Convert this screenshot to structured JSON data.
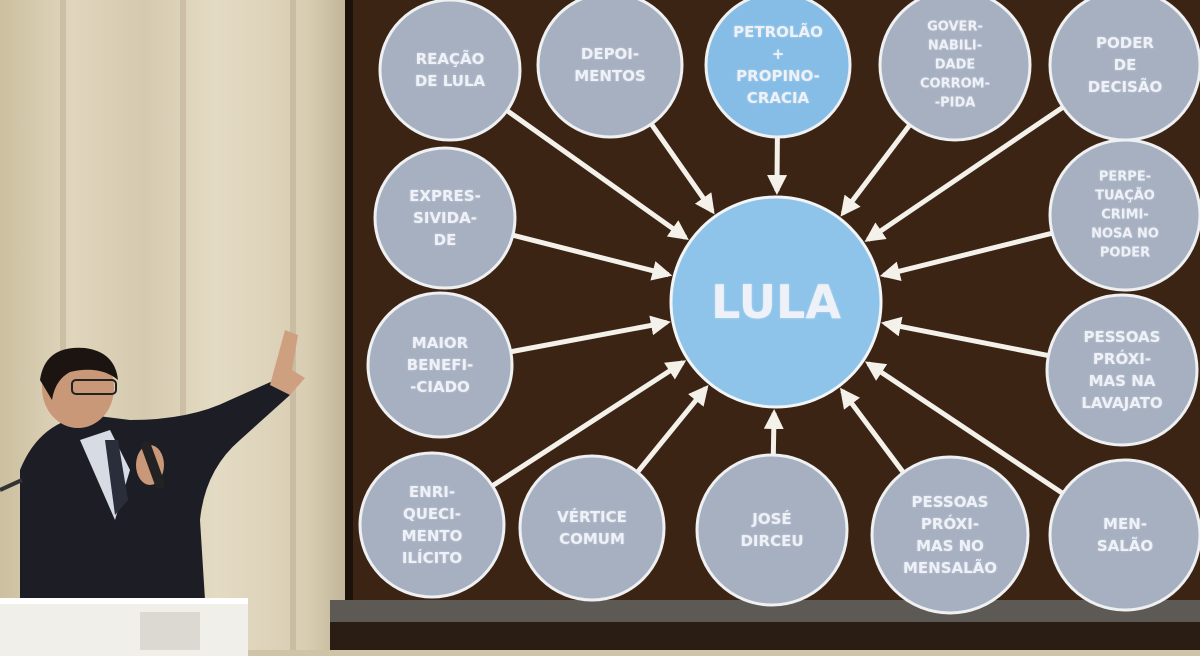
{
  "colors": {
    "screen": "#3b2414",
    "node_gray": "#a7b0c1",
    "node_blue": "#86bde6",
    "center": "#8ec4ea",
    "arrow": "#f4f1ea"
  },
  "diagram": {
    "center": "LULA",
    "nodes": [
      {
        "label": "REAÇÃO\nDE LULA",
        "highlight": false
      },
      {
        "label": "DEPOI-\nMENTOS",
        "highlight": false
      },
      {
        "label": "PETROLÃO\n+\nPROPINO-\nCRACIA",
        "highlight": true
      },
      {
        "label": "GOVER-\nNABILI-\nDADE\nCORROM-\n-PIDA",
        "highlight": false
      },
      {
        "label": "PODER\nDE\nDECISÃO",
        "highlight": false
      },
      {
        "label": "EXPRES-\nSIVIDA-\nDE",
        "highlight": false
      },
      {
        "label": "PERPE-\nTUAÇÃO\nCRIMI-\nNOSA NO\nPODER",
        "highlight": false
      },
      {
        "label": "MAIOR\nBENEFI-\n-CIADO",
        "highlight": false
      },
      {
        "label": "PESSOAS\nPRÓXI-\nMAS NA\nLAVAJATO",
        "highlight": false
      },
      {
        "label": "ENRI-\nQUECI-\nMENTO\nILÍCITO",
        "highlight": false
      },
      {
        "label": "VÉRTICE\nCOMUM",
        "highlight": false
      },
      {
        "label": "JOSÉ\nDIRCEU",
        "highlight": false
      },
      {
        "label": "PESSOAS\nPRÓXI-\nMAS NO\nMENSALÃO",
        "highlight": false
      },
      {
        "label": "MEN-\nSALÃO",
        "highlight": false
      }
    ]
  }
}
